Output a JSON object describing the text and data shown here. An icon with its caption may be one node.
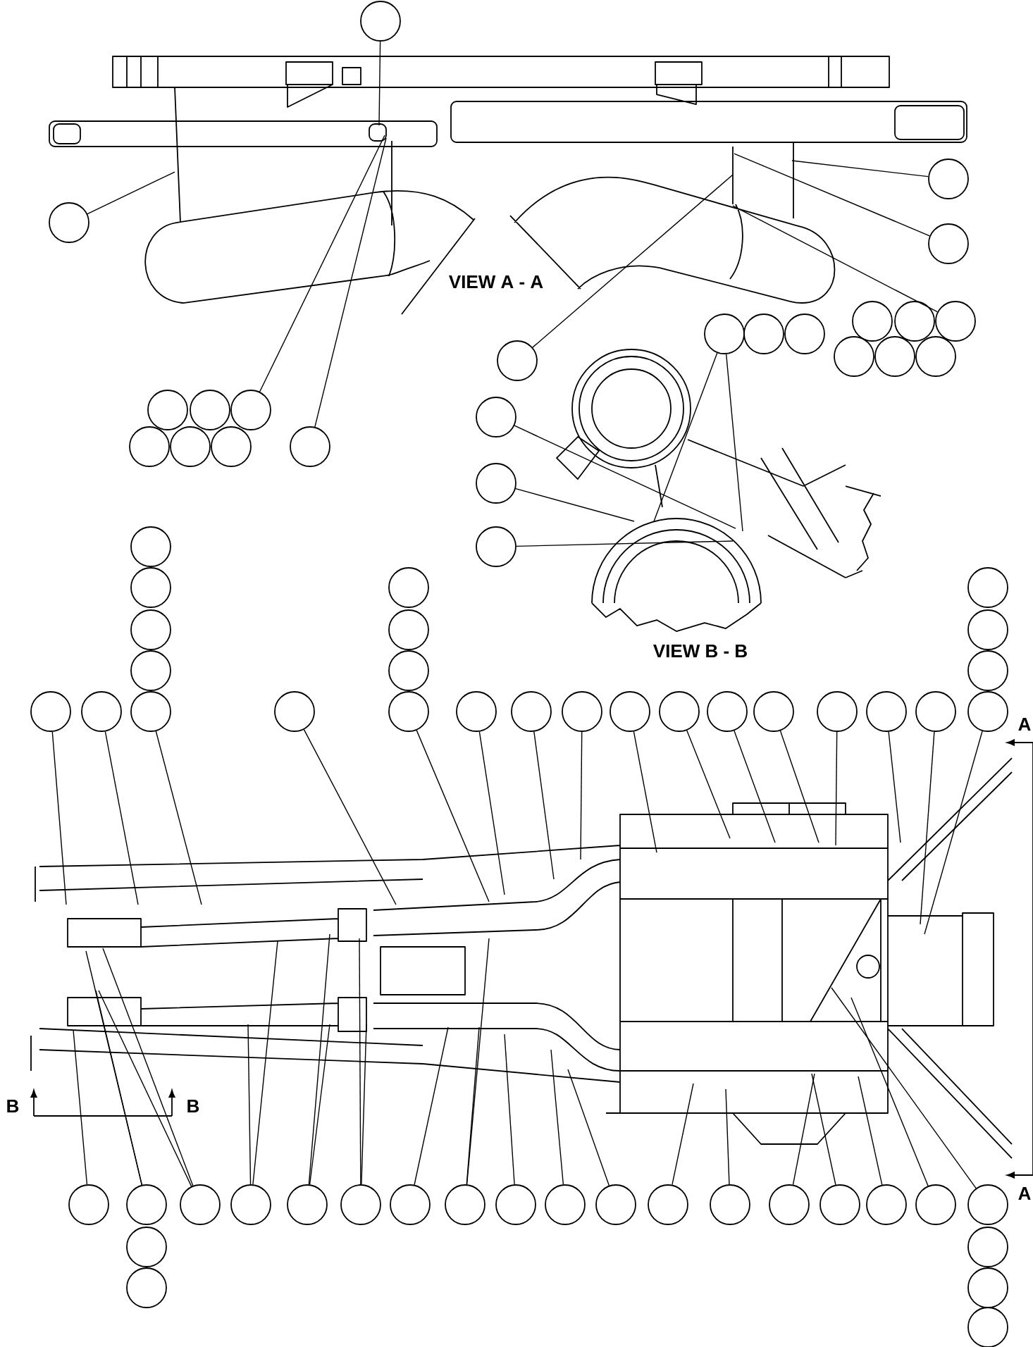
{
  "diagram": {
    "nodes": [
      {
        "text": [],
        "shape": "circle"
      },
      {
        "text": [],
        "shape": "circle"
      },
      {
        "text": [],
        "shape": "circle"
      },
      {
        "text": [],
        "shape": "circle"
      },
      {
        "text": [],
        "shape": "circle"
      },
      {
        "text": [],
        "shape": "circle"
      },
      {
        "text": [],
        "shape": "circle"
      },
      {
        "text": [],
        "shape": "circle"
      },
      {
        "text": [],
        "shape": "circle"
      },
      {
        "text": [],
        "shape": "circle"
      },
      {
        "text": [],
        "shape": "circle"
      },
      {
        "text": [],
        "shape": "circle"
      },
      {
        "text": [],
        "shape": "circle"
      },
      {
        "text": [],
        "shape": "circle"
      },
      {
        "text": [],
        "shape": "circle"
      },
      {
        "text": [],
        "shape": "circle"
      },
      {
        "text": [],
        "shape": "circle"
      },
      {
        "text": [],
        "shape": "circle"
      },
      {
        "text": [],
        "shape": "circle"
      },
      {
        "text": [],
        "shape": "circle"
      },
      {
        "text": [],
        "shape": "circle"
      },
      {
        "text": [],
        "shape": "circle"
      },
      {
        "text": [],
        "shape": "circle"
      },
      {
        "text": [],
        "shape": "circle"
      },
      {
        "text": [],
        "shape": "circle"
      },
      {
        "text": [],
        "shape": "circle"
      },
      {
        "text": [],
        "shape": "circle"
      },
      {
        "text": [],
        "shape": "circle"
      },
      {
        "text": [],
        "shape": "circle"
      },
      {
        "text": [],
        "shape": "circle"
      },
      {
        "text": [],
        "shape": "circle"
      },
      {
        "text": [],
        "shape": "circle"
      },
      {
        "text": [],
        "shape": "circle"
      },
      {
        "text": [],
        "shape": "circle"
      },
      {
        "text": [],
        "shape": "circle"
      },
      {
        "text": [],
        "shape": "circle"
      },
      {
        "text": [],
        "shape": "circle"
      },
      {
        "text": [],
        "shape": "circle"
      },
      {
        "text": [],
        "shape": "circle"
      },
      {
        "text": [],
        "shape": "circle"
      },
      {
        "text": [],
        "shape": "circle"
      },
      {
        "text": [],
        "shape": "circle"
      },
      {
        "text": [],
        "shape": "circle"
      },
      {
        "text": [],
        "shape": "circle"
      },
      {
        "text": [],
        "shape": "circle"
      },
      {
        "text": [],
        "shape": "circle"
      },
      {
        "text": [],
        "shape": "circle"
      },
      {
        "text": [],
        "shape": "circle"
      },
      {
        "text": [],
        "shape": "circle"
      },
      {
        "text": [],
        "shape": "circle"
      },
      {
        "text": [],
        "shape": "circle"
      },
      {
        "text": [],
        "shape": "circle"
      },
      {
        "text": [],
        "shape": "circle"
      },
      {
        "text": [],
        "shape": "circle"
      },
      {
        "text": [],
        "shape": "circle"
      },
      {
        "text": [],
        "shape": "circle"
      },
      {
        "text": [],
        "shape": "circle"
      },
      {
        "text": [],
        "shape": "circle"
      },
      {
        "text": [],
        "shape": "circle"
      },
      {
        "text": [],
        "shape": "circle"
      },
      {
        "text": [],
        "shape": "circle"
      },
      {
        "text": [],
        "shape": "circle"
      },
      {
        "text": [],
        "shape": "circle"
      },
      {
        "text": [],
        "shape": "circle"
      },
      {
        "text": [],
        "shape": "circle"
      },
      {
        "text": [],
        "shape": "circle"
      },
      {
        "text": [],
        "shape": "circle"
      },
      {
        "text": [],
        "shape": "circle"
      },
      {
        "text": [],
        "shape": "circle"
      },
      {
        "text": [],
        "shape": "circle"
      },
      {
        "text": [],
        "shape": "circle"
      },
      {
        "text": [],
        "shape": "circle"
      },
      {
        "text": [],
        "shape": "circle"
      }
    ],
    "edges": [
      {
        "from": 0,
        "to": null,
        "arrow": "none"
      },
      {
        "from": 1,
        "to": null,
        "arrow": "none"
      },
      {
        "from": 2,
        "to": null,
        "arrow": "none"
      },
      {
        "from": 3,
        "to": null,
        "arrow": "none"
      },
      {
        "from": 6,
        "to": null,
        "arrow": "none"
      },
      {
        "from": 10,
        "to": null,
        "arrow": "none"
      },
      {
        "from": 10,
        "to": null,
        "arrow": "none"
      },
      {
        "from": 13,
        "to": null,
        "arrow": "none"
      },
      {
        "from": 14,
        "to": null,
        "arrow": "none"
      },
      {
        "from": 17,
        "to": null,
        "arrow": "none"
      },
      {
        "from": 21,
        "to": null,
        "arrow": "none"
      },
      {
        "from": 22,
        "to": null,
        "arrow": "none"
      },
      {
        "from": 23,
        "to": null,
        "arrow": "none"
      },
      {
        "from": 34,
        "to": null,
        "arrow": "none"
      },
      {
        "from": 35,
        "to": null,
        "arrow": "none"
      },
      {
        "from": 36,
        "to": null,
        "arrow": "none"
      },
      {
        "from": 37,
        "to": null,
        "arrow": "none"
      },
      {
        "from": 38,
        "to": null,
        "arrow": "none"
      },
      {
        "from": 39,
        "to": null,
        "arrow": "none"
      },
      {
        "from": 40,
        "to": null,
        "arrow": "none"
      },
      {
        "from": 41,
        "to": null,
        "arrow": "none"
      },
      {
        "from": 42,
        "to": null,
        "arrow": "none"
      },
      {
        "from": 43,
        "to": null,
        "arrow": "none"
      },
      {
        "from": 44,
        "to": null,
        "arrow": "none"
      },
      {
        "from": 45,
        "to": null,
        "arrow": "none"
      },
      {
        "from": 46,
        "to": null,
        "arrow": "none"
      },
      {
        "from": 47,
        "to": null,
        "arrow": "none"
      },
      {
        "from": 48,
        "to": null,
        "arrow": "none"
      },
      {
        "from": 49,
        "to": null,
        "arrow": "none"
      },
      {
        "from": 50,
        "to": null,
        "arrow": "none"
      },
      {
        "from": 51,
        "to": null,
        "arrow": "none"
      },
      {
        "from": 51,
        "to": null,
        "arrow": "none"
      },
      {
        "from": 52,
        "to": null,
        "arrow": "none"
      },
      {
        "from": 52,
        "to": null,
        "arrow": "none"
      },
      {
        "from": 53,
        "to": null,
        "arrow": "none"
      },
      {
        "from": 53,
        "to": null,
        "arrow": "none"
      },
      {
        "from": 54,
        "to": null,
        "arrow": "none"
      },
      {
        "from": 54,
        "to": null,
        "arrow": "none"
      },
      {
        "from": 55,
        "to": null,
        "arrow": "none"
      },
      {
        "from": 55,
        "to": null,
        "arrow": "none"
      },
      {
        "from": 56,
        "to": null,
        "arrow": "none"
      },
      {
        "from": 57,
        "to": null,
        "arrow": "none"
      },
      {
        "from": 57,
        "to": null,
        "arrow": "none"
      },
      {
        "from": 58,
        "to": null,
        "arrow": "none"
      },
      {
        "from": 59,
        "to": null,
        "arrow": "none"
      },
      {
        "from": 60,
        "to": null,
        "arrow": "none"
      },
      {
        "from": 61,
        "to": null,
        "arrow": "none"
      },
      {
        "from": 62,
        "to": null,
        "arrow": "none"
      },
      {
        "from": 63,
        "to": null,
        "arrow": "none"
      },
      {
        "from": 64,
        "to": null,
        "arrow": "none"
      },
      {
        "from": 65,
        "to": null,
        "arrow": "none"
      },
      {
        "from": 66,
        "to": null,
        "arrow": "none"
      },
      {
        "from": 67,
        "to": null,
        "arrow": "none"
      }
    ],
    "labels": [
      "VIEW A - A",
      "VIEW B - B",
      "A",
      "A",
      "B",
      "B"
    ]
  }
}
